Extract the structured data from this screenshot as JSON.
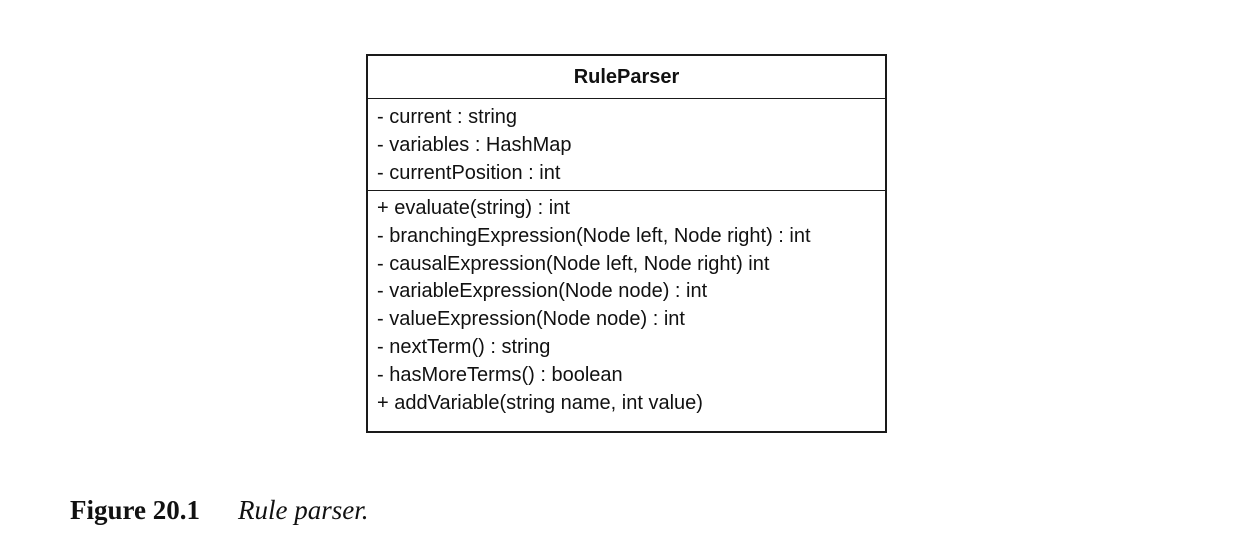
{
  "uml_class": {
    "name": "RuleParser",
    "attributes": [
      "- current : string",
      "- variables : HashMap",
      "- currentPosition : int"
    ],
    "operations": [
      "+ evaluate(string) : int",
      "- branchingExpression(Node left, Node right) : int",
      "- causalExpression(Node left, Node right) int",
      "- variableExpression(Node node) : int",
      "- valueExpression(Node node) : int",
      "- nextTerm() : string",
      "- hasMoreTerms() : boolean",
      "+ addVariable(string name, int value)"
    ]
  },
  "caption": {
    "label": "Figure 20.1",
    "text": "Rule parser."
  }
}
